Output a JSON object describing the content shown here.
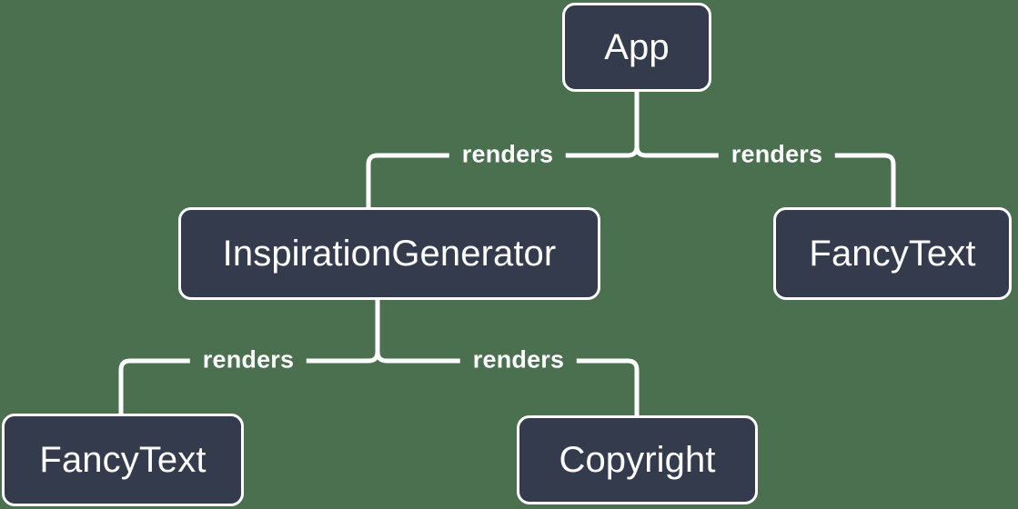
{
  "diagram": {
    "type": "component-tree",
    "background_color": "#4a7050",
    "node_fill_color": "#343b4c",
    "node_border_color": "#ffffff",
    "edge_color": "#ffffff",
    "text_color": "#ffffff",
    "nodes": [
      {
        "id": "app",
        "label": "App",
        "font_size": 40
      },
      {
        "id": "inspiration-generator",
        "label": "InspirationGenerator",
        "font_size": 40
      },
      {
        "id": "fancytext-right",
        "label": "FancyText",
        "font_size": 40
      },
      {
        "id": "fancytext-bottom",
        "label": "FancyText",
        "font_size": 40
      },
      {
        "id": "copyright",
        "label": "Copyright",
        "font_size": 40
      }
    ],
    "edges": [
      {
        "from": "app",
        "to": "inspiration-generator",
        "label": "renders"
      },
      {
        "from": "app",
        "to": "fancytext-right",
        "label": "renders"
      },
      {
        "from": "inspiration-generator",
        "to": "fancytext-bottom",
        "label": "renders"
      },
      {
        "from": "inspiration-generator",
        "to": "copyright",
        "label": "renders"
      }
    ],
    "edge_labels": {
      "app_to_inspiration": "renders",
      "app_to_fancytext": "renders",
      "inspiration_to_fancytext": "renders",
      "inspiration_to_copyright": "renders"
    }
  }
}
